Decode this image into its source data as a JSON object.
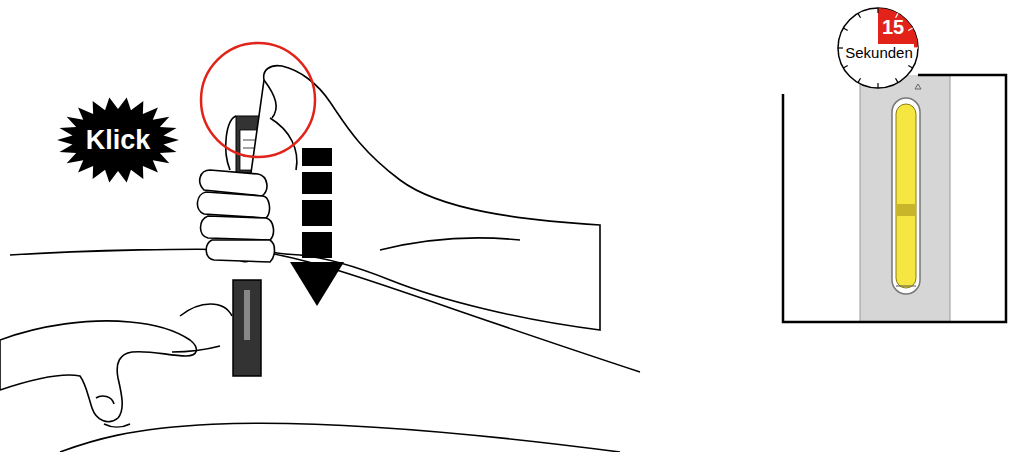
{
  "diagram": {
    "nodes": [
      {
        "text": [
          "Klick"
        ]
      },
      {
        "text": [
          "15",
          "Sekunden"
        ]
      }
    ]
  }
}
